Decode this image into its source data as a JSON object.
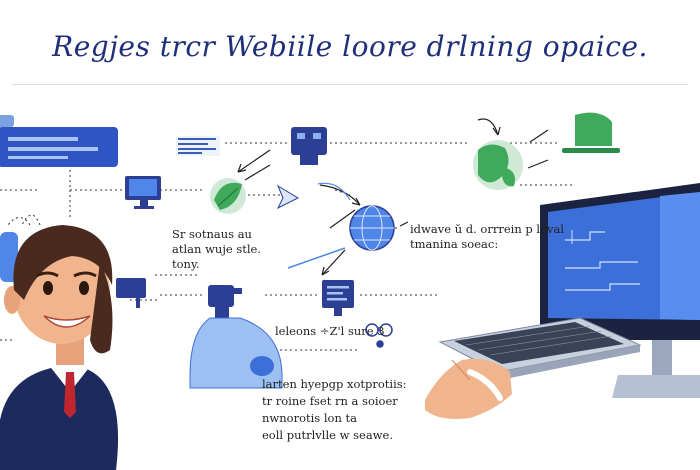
{
  "header": {
    "title": "Regjes trcr Webiile  loore drlning opaice."
  },
  "captions": {
    "left": [
      "Sr sotnaus au",
      "atlan wuje stle.",
      "tony."
    ],
    "right": [
      "idwave ŭ d. orrrein p loval",
      "tmanina soeac:"
    ],
    "middle": "leleons ÷Ζ'l sure 3",
    "bottom": [
      "larten hyepgp xotprotiis:",
      "tr roine fset rn a soioer",
      "nwnorotis lon ta",
      "eoll putrlvlle w seawe."
    ]
  },
  "colors": {
    "title": "#1f2f7a",
    "navy": "#2c3f94",
    "blue": "#4f86e8",
    "green": "#3faa5c",
    "screen": "#3d6fd8",
    "suit": "#1c2a5e",
    "skin": "#f1b58e",
    "hair": "#4a2a1e"
  },
  "icons": [
    "profile-card-icon",
    "monitor-icon",
    "document-list-icon",
    "robot-icon",
    "leaf-globe-icon",
    "send-arrow-icon",
    "globe-icon",
    "chart-panel-icon",
    "earth-globe-icon",
    "tablet-stand-icon",
    "spray-bottle-icon",
    "flask-icon",
    "glasses-icon",
    "laptop-icon",
    "hand-icon",
    "person-avatar"
  ]
}
